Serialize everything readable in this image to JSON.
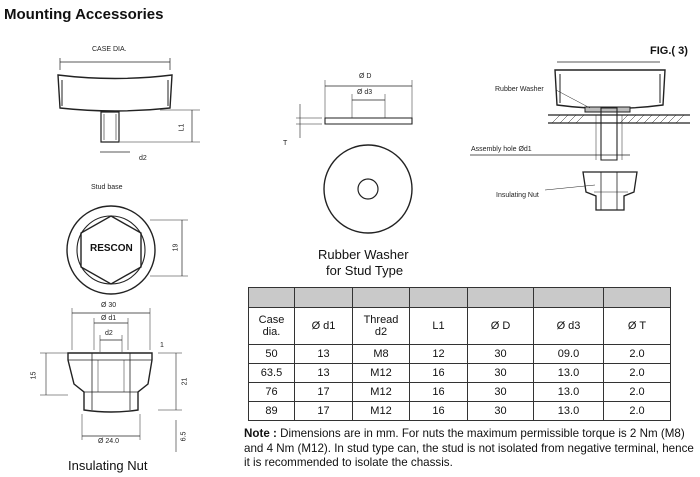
{
  "page_title": "Mounting Accessories",
  "fig_label": "FIG.( 3)",
  "diagram1": {
    "case_dia": "CASE DIA.",
    "l1": "L1",
    "d2": "d2",
    "stud_base": "Stud base",
    "rescon": "RESCON",
    "dim_19": "19"
  },
  "diagram2": {
    "d": "Ø D",
    "d3": "Ø d3",
    "t": "T",
    "caption_line1": "Rubber Washer",
    "caption_line2": "for Stud Type"
  },
  "diagram3": {
    "rubber_washer": "Rubber Washer",
    "assembly_hole": "Assembly hole Ød1",
    "insulating_nut": "Insulating Nut"
  },
  "diagram4": {
    "d30": "Ø 30",
    "d1": "Ø d1",
    "d2": "d2",
    "dim_1": "1",
    "dim_15": "15",
    "dim_21": "21",
    "dim_65": "6.5",
    "d240": "Ø 24.0",
    "caption": "Insulating Nut"
  },
  "table": {
    "headers": [
      [
        "Case",
        "dia."
      ],
      [
        "Ø d1"
      ],
      [
        "Thread",
        "d2"
      ],
      [
        "L1"
      ],
      [
        "Ø D"
      ],
      [
        "Ø d3"
      ],
      [
        "Ø T"
      ]
    ],
    "rows": [
      [
        "50",
        "13",
        "M8",
        "12",
        "30",
        "09.0",
        "2.0"
      ],
      [
        "63.5",
        "13",
        "M12",
        "16",
        "30",
        "13.0",
        "2.0"
      ],
      [
        "76",
        "17",
        "M12",
        "16",
        "30",
        "13.0",
        "2.0"
      ],
      [
        "89",
        "17",
        "M12",
        "16",
        "30",
        "13.0",
        "2.0"
      ]
    ]
  },
  "note": {
    "label": "Note :",
    "text": " Dimensions are in mm.  For nuts the maximum permissible torque is 2 Nm (M8) and 4 Nm (M12).  In stud type can, the stud is not isolated from negative terminal, hence it is recommended to isolate the chassis."
  }
}
